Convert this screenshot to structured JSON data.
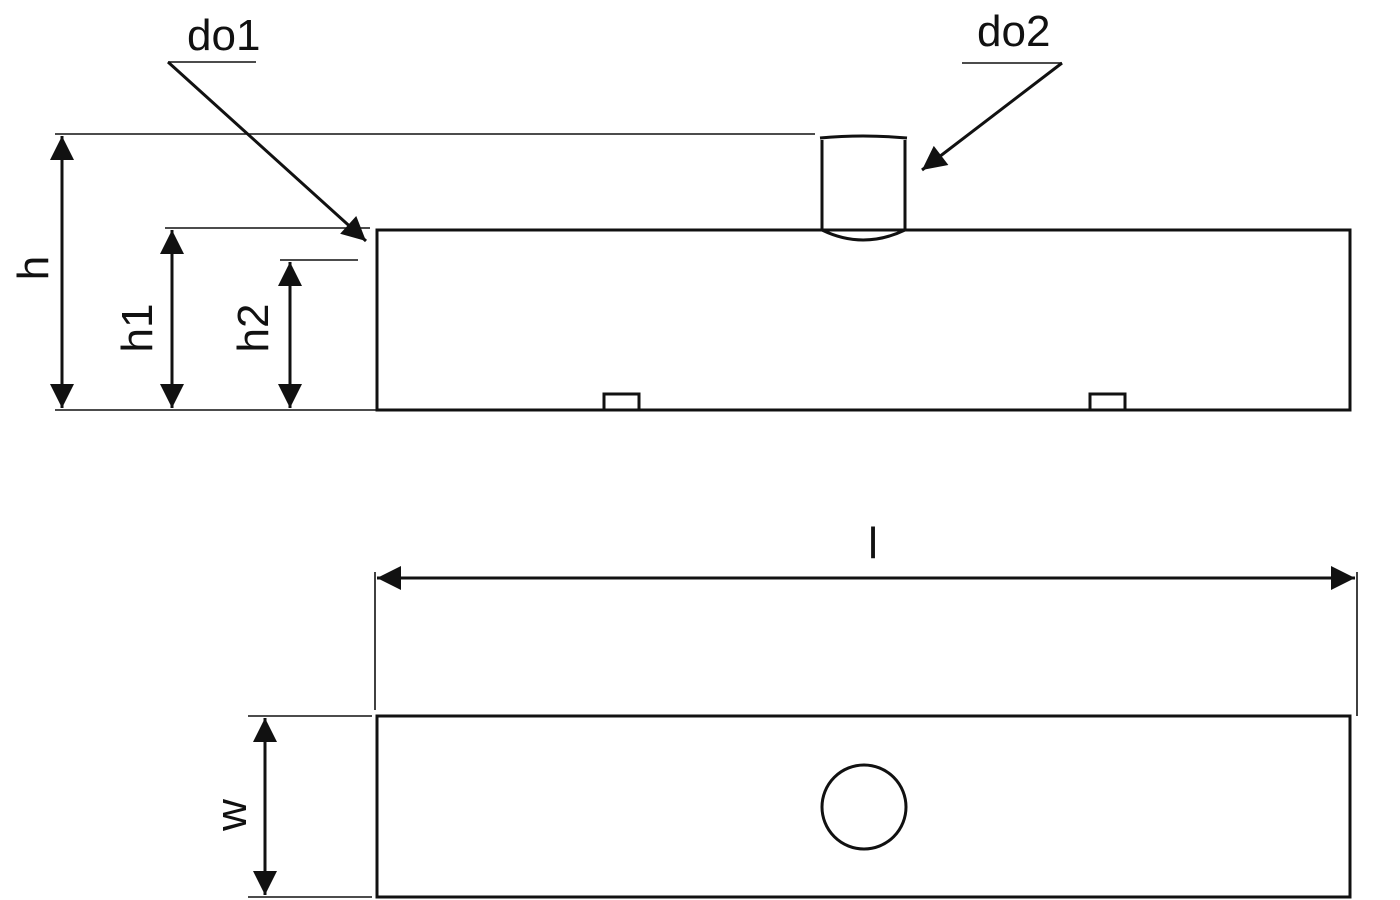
{
  "labels": {
    "do1": "do1",
    "do2": "do2",
    "h": "h",
    "h1": "h1",
    "h2": "h2",
    "l": "l",
    "w": "w"
  },
  "colors": {
    "stroke": "#111111",
    "background": "#ffffff"
  }
}
